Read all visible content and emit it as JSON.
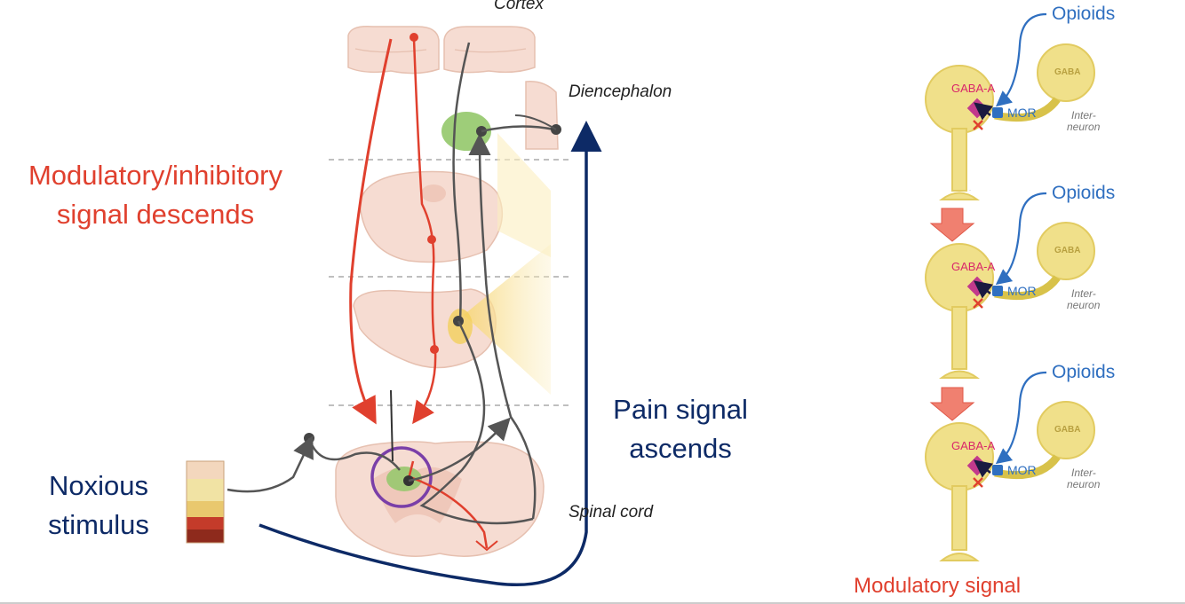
{
  "labels": {
    "cortex": "Cortex",
    "diencephalon": "Diencephalon",
    "spinal_cord": "Spinal cord",
    "modulatory_line1": "Modulatory/inhibitory",
    "modulatory_line2": "signal descends",
    "pain_line1": "Pain signal",
    "pain_line2": "ascends",
    "noxious_line1": "Noxious",
    "noxious_line2": "stimulus",
    "modulatory_signal": "Modulatory signal"
  },
  "neurons": [
    {
      "opioids": "Opioids",
      "gaba_a": "GABA-A",
      "mor": "MOR",
      "gaba": "GABA",
      "inter": "Inter-",
      "neuron": "neuron"
    },
    {
      "opioids": "Opioids",
      "gaba_a": "GABA-A",
      "mor": "MOR",
      "gaba": "GABA",
      "inter": "Inter-",
      "neuron": "neuron"
    },
    {
      "opioids": "Opioids",
      "gaba_a": "GABA-A",
      "mor": "MOR",
      "gaba": "GABA",
      "inter": "Inter-",
      "neuron": "neuron"
    }
  ],
  "colors": {
    "descending": "#e0402e",
    "ascending": "#0d2a66",
    "opioid": "#2f6fc0",
    "tissue": "#f6dcd2",
    "neuron_body": "#f0e08a"
  }
}
